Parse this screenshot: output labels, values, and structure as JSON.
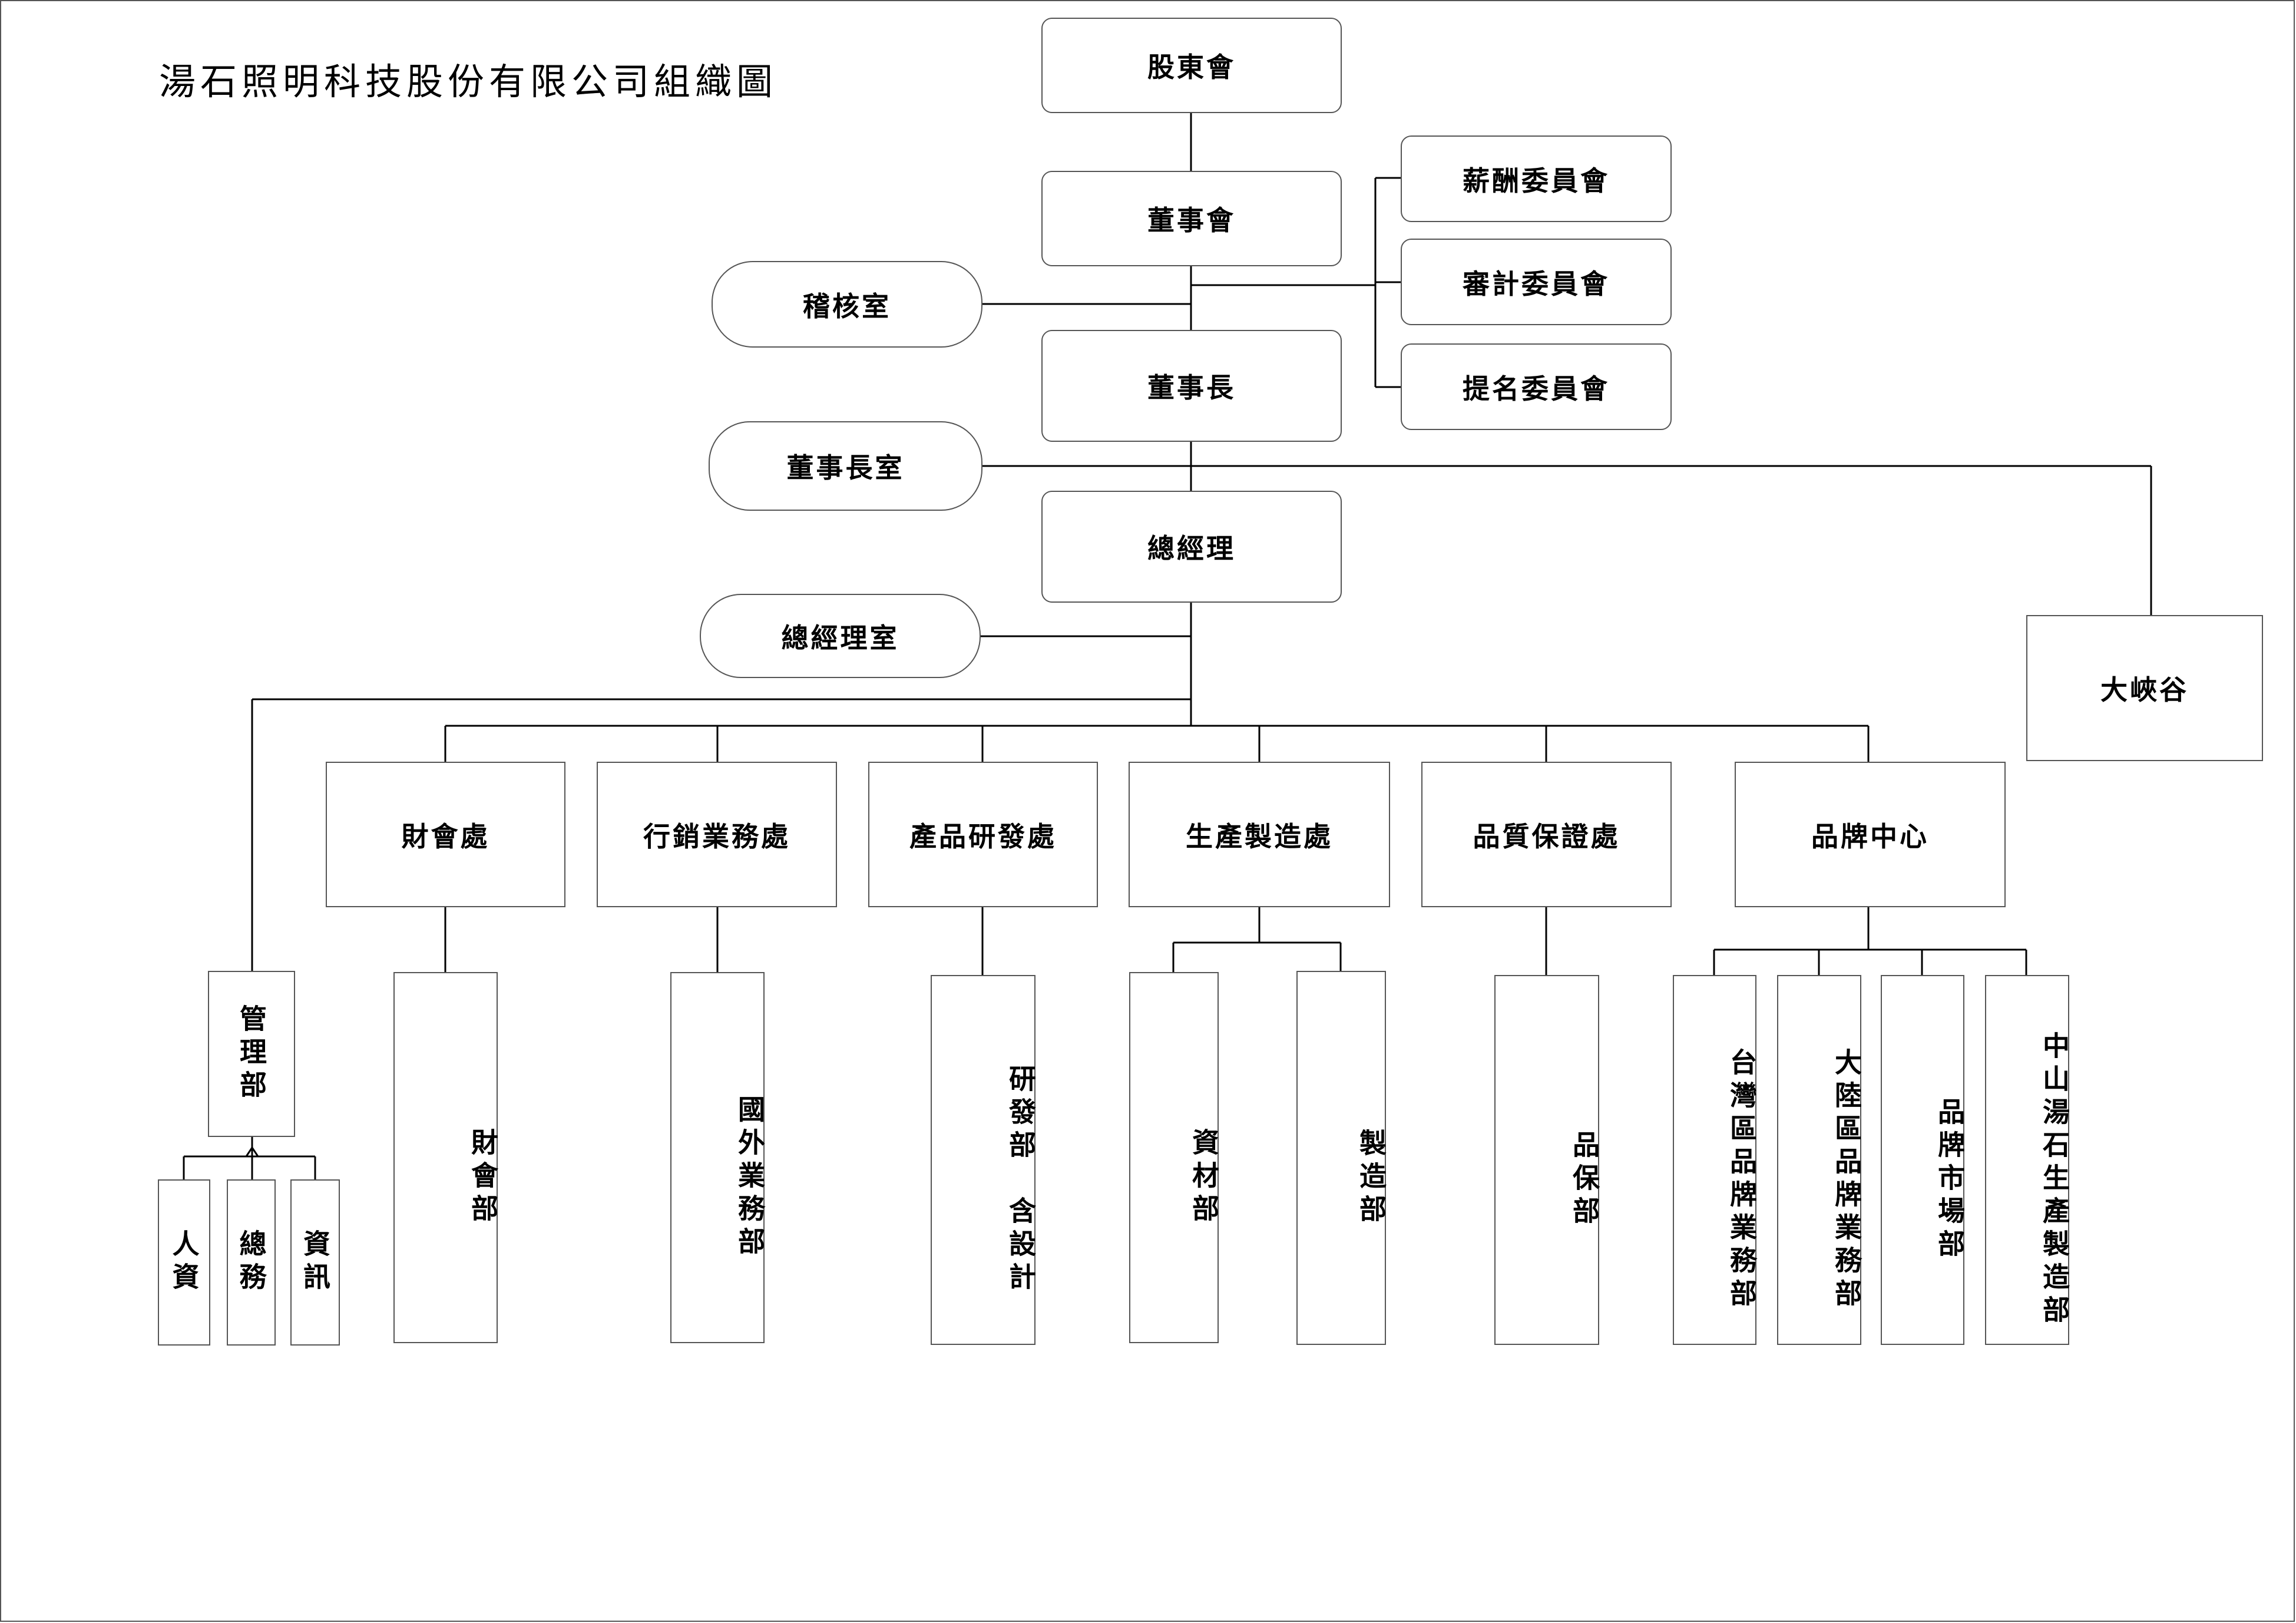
{
  "title": "湯石照明科技股份有限公司組織圖",
  "nodes": {
    "shareholders": "股東會",
    "board": "董事會",
    "compensation": "薪酬委員會",
    "audit_committee": "審計委員會",
    "nomination": "提名委員會",
    "audit_office": "稽核室",
    "chairman": "董事長",
    "chairman_office": "董事長室",
    "daxiagu": "大峽谷",
    "gm": "總經理",
    "gm_office": "總經理室",
    "finance_div": "財會處",
    "marketing_div": "行銷業務處",
    "rd_div": "產品研發處",
    "production_div": "生產製造處",
    "qa_div": "品質保證處",
    "brand_center": "品牌中心",
    "admin_dept": "管理部",
    "hr": "人資",
    "general_affairs": "總務",
    "it": "資訊",
    "finance_dept": "財會部",
    "intl_sales_dept": "國外業務部",
    "rd_dept": "研發部　含設計",
    "materials_dept": "資材部",
    "manufacturing_dept": "製造部",
    "qa_dept": "品保部",
    "taiwan_brand_dept": "台灣區品牌業務部",
    "mainland_brand_dept": "大陸區品牌業務部",
    "brand_market_dept": "品牌市場部",
    "zhongshan_dept": "中山湯石生產製造部"
  }
}
